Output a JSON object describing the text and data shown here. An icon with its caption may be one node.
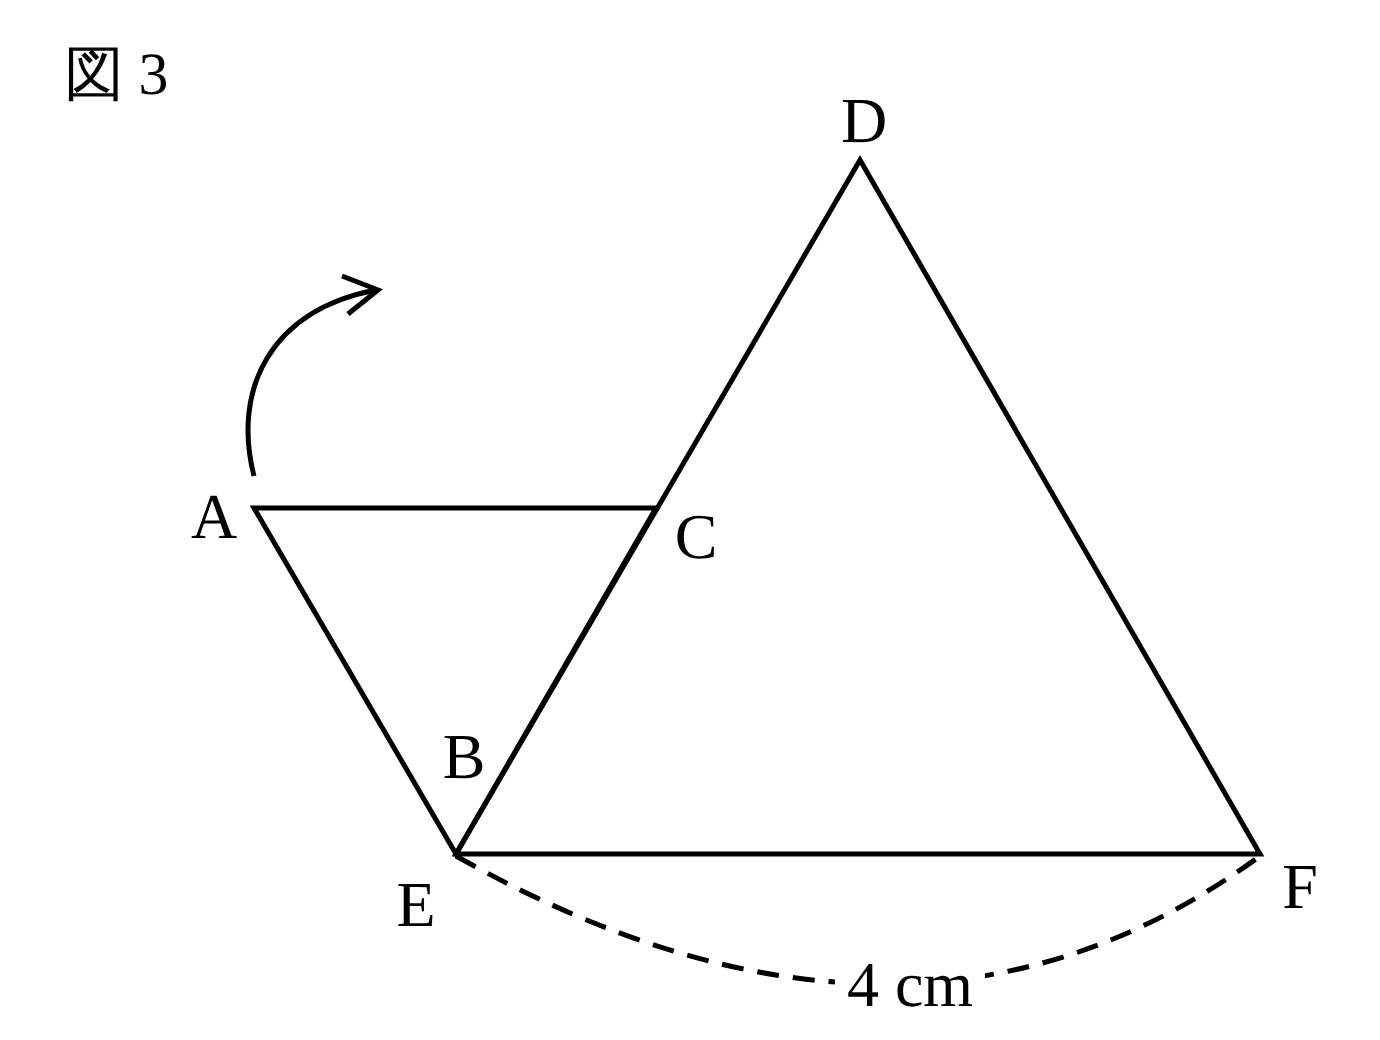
{
  "diagram": {
    "title": "図 3",
    "labels": [
      "D",
      "A",
      "C",
      "B",
      "E",
      "F",
      "4 cm"
    ]
  }
}
